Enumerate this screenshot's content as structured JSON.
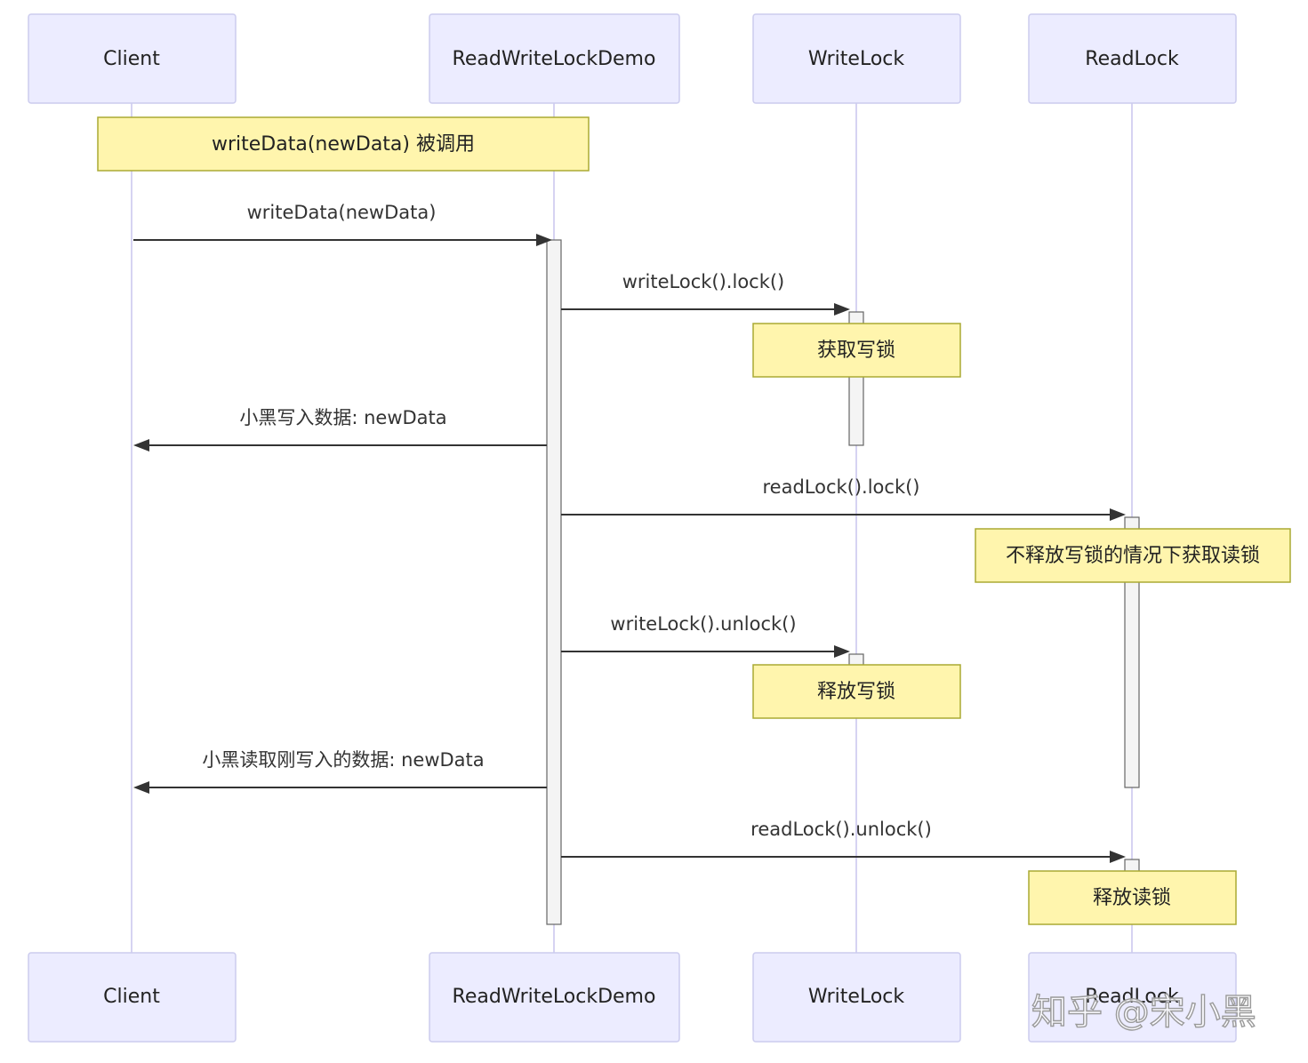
{
  "participants": [
    {
      "id": "client",
      "label": "Client"
    },
    {
      "id": "demo",
      "label": "ReadWriteLockDemo"
    },
    {
      "id": "writelock",
      "label": "WriteLock"
    },
    {
      "id": "readlock",
      "label": "ReadLock"
    }
  ],
  "notes": [
    {
      "id": "note-write-called",
      "text": "writeData(newData) 被调用"
    },
    {
      "id": "note-acquire-write",
      "text": "获取写锁"
    },
    {
      "id": "note-acquire-read",
      "text": "不释放写锁的情况下获取读锁"
    },
    {
      "id": "note-release-write",
      "text": "释放写锁"
    },
    {
      "id": "note-release-read",
      "text": "释放读锁"
    }
  ],
  "messages": [
    {
      "id": "msg-write-data",
      "from": "client",
      "to": "demo",
      "label": "writeData(newData)"
    },
    {
      "id": "msg-writelock-lock",
      "from": "demo",
      "to": "writelock",
      "label": "writeLock().lock()"
    },
    {
      "id": "msg-write-reply",
      "from": "demo",
      "to": "client",
      "label": "小黑写入数据: newData"
    },
    {
      "id": "msg-readlock-lock",
      "from": "demo",
      "to": "readlock",
      "label": "readLock().lock()"
    },
    {
      "id": "msg-writelock-unlock",
      "from": "demo",
      "to": "writelock",
      "label": "writeLock().unlock()"
    },
    {
      "id": "msg-read-reply",
      "from": "demo",
      "to": "client",
      "label": "小黑读取刚写入的数据: newData"
    },
    {
      "id": "msg-readlock-unlock",
      "from": "demo",
      "to": "readlock",
      "label": "readLock().unlock()"
    }
  ],
  "watermark": {
    "text": "知乎 @宋小黑"
  }
}
